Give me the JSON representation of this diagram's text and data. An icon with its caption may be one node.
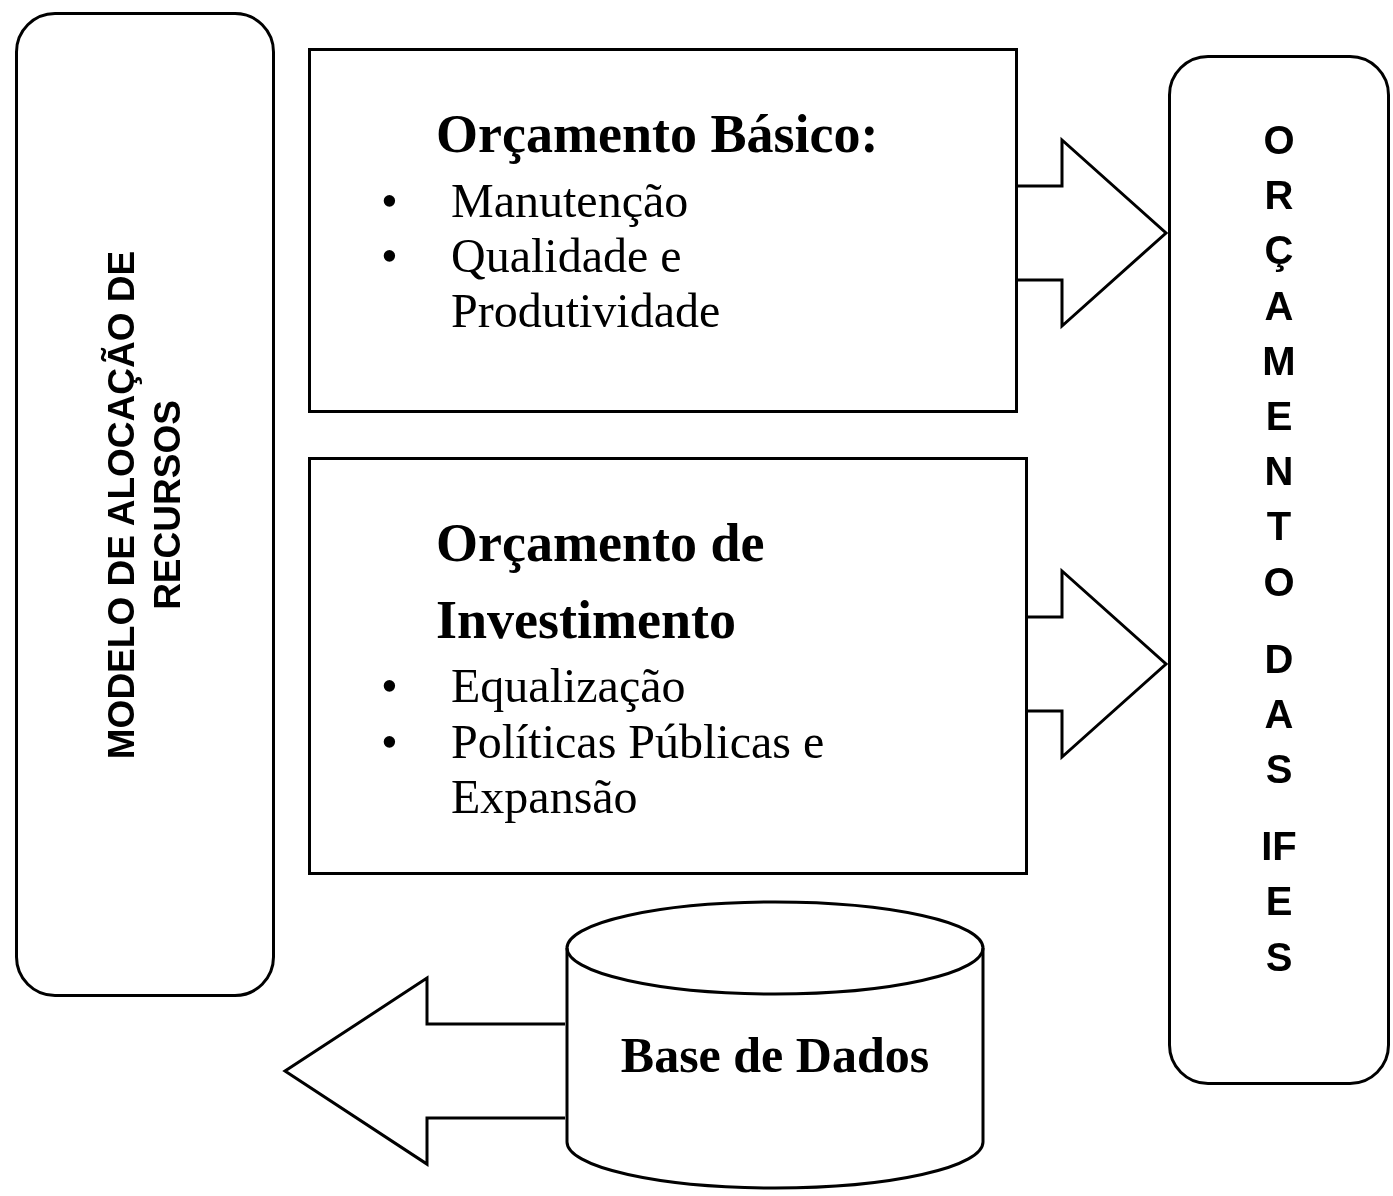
{
  "diagram": {
    "nodes": [
      {
        "text": [
          "MODELO DE ALOCAÇÃO DE RECURSOS"
        ]
      },
      {
        "text": [
          "Orçamento Básico:",
          "•",
          "Manutenção",
          "•",
          "Qualidade e Produtividade"
        ]
      },
      {
        "text": [
          "Orçamento de Investimento",
          "•",
          "Equalização",
          "•",
          "Políticas Públicas e Expansão"
        ]
      },
      {
        "text": [
          "Base de Dados"
        ]
      },
      {
        "text": [
          "ORÇAMENTO DAS IFES"
        ]
      }
    ],
    "edges": [
      {
        "from": 1,
        "to": 4,
        "arrow": "to"
      },
      {
        "from": 2,
        "to": 4,
        "arrow": "to"
      },
      {
        "from": 3,
        "to": 0,
        "arrow": "to"
      }
    ]
  }
}
